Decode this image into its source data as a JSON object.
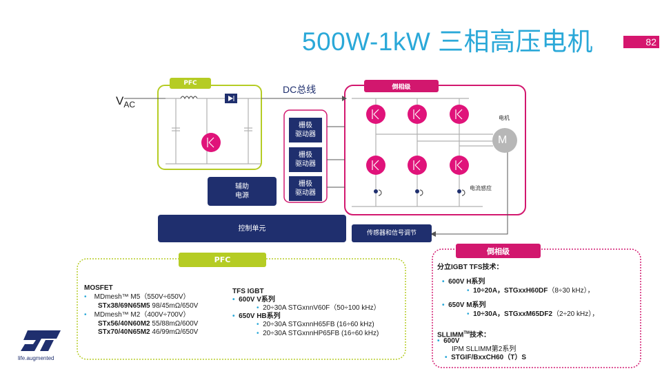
{
  "title": "500W-1kW 三相高压电机",
  "page_number": "82",
  "diagram": {
    "vac_label_main": "V",
    "vac_label_sub": "AC",
    "pfc_label": "PFC",
    "dc_bus_label": "DC总线",
    "inverter_label": "倒相级",
    "motor_label": "电机",
    "motor_symbol": "M",
    "current_sense_label": "电流感应",
    "gate_driver_label_1": "栅极\n驱动器",
    "gate_driver_label_2": "栅极\n驱动器",
    "gate_driver_label_3": "栅极\n驱动器",
    "aux_power_label": "辅助\n电源",
    "control_unit_label": "控制单元",
    "sensor_label": "传感器和信号调节"
  },
  "pfc_panel": {
    "header": "PFC",
    "mosfet_title": "MOSFET",
    "m5_line": "MDmesh™ M5（550V÷650V）",
    "m5_part_bold": "STx38/69N65M5",
    "m5_part_rest": " 98/45mΩ/650V",
    "m2_line": "MDmesh™ M2（400V÷700V）",
    "m2_part1_bold": "STx56/40N60M2",
    "m2_part1_rest": " 55/88mΩ/600V",
    "m2_part2_bold": "STx70/40N65M2",
    "m2_part2_rest": " 46/99mΩ/650V",
    "igbt_title": "TFS IGBT",
    "v_series": "600V  V系列",
    "v_series_item": "20÷30A  STGxnnV60F（50÷100 kHz）",
    "hb_series": "650V  HB系列",
    "hb_item1": "20÷30A  STGxnnH65FB (16÷60 kHz)",
    "hb_item2": "20÷30A  STGxnnHP65FB (16÷60 kHz)"
  },
  "inv_panel": {
    "header": "倒相级",
    "igbt_tech": "分立IGBT TFS技术：",
    "h_series": "600V   H系列",
    "h_item_bold": "10÷20A，STGxxH60DF",
    "h_item_rest": "（8÷30 kHz），",
    "m_series": "650V  M系列",
    "m_item_bold": "10÷30A，STGxxM65DF2",
    "m_item_rest": "（2÷20 kHz），",
    "sllimm_pre": "SLLIMM",
    "sllimm_sup": "TM",
    "sllimm_post": "技术：",
    "sllimm_v": "600V",
    "ipm_line": "IPM SLLIMM第2系列",
    "ipm_part": "STGIF/BxxCH60（T）S"
  },
  "logo": {
    "tagline": "life.augmented"
  },
  "colors": {
    "accent_blue": "#2aa8d8",
    "magenta": "#d2176e",
    "green": "#b5cc24",
    "navy": "#1f2f6e"
  }
}
